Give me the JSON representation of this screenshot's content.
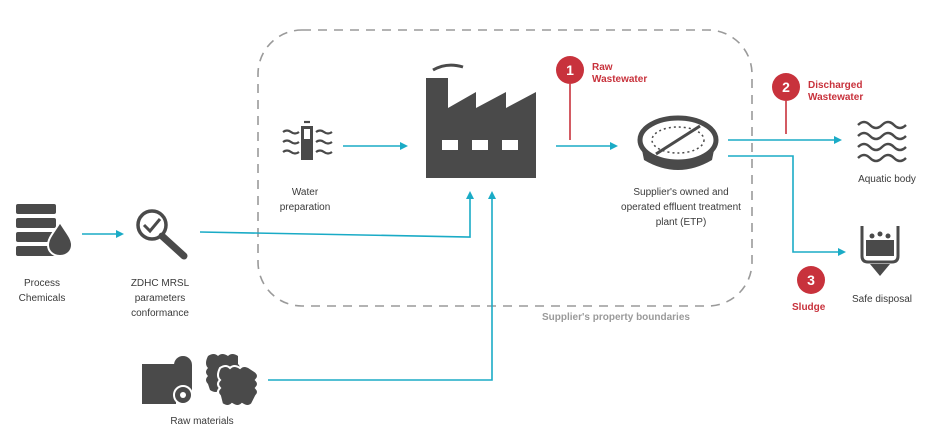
{
  "nodes": {
    "process_chemicals": "Process\nChemicals",
    "zdhc": "ZDHC MRSL\nparameters\nconformance",
    "water_prep": "Water\npreparation",
    "etp": "Supplier's owned and\noperated effluent treatment\nplant (ETP)",
    "aquatic": "Aquatic body",
    "safe_disposal": "Safe disposal",
    "raw_materials": "Raw materials"
  },
  "boundary_label": "Supplier's property boundaries",
  "stages": [
    {
      "number": "1",
      "label": "Raw\nWastewater"
    },
    {
      "number": "2",
      "label": "Discharged\nWastewater"
    },
    {
      "number": "3",
      "label": "Sludge"
    }
  ],
  "colors": {
    "arrow": "#1aabc6",
    "icon": "#4a4a4a",
    "accent": "#c8323c",
    "boundary": "#9a9a9a"
  }
}
